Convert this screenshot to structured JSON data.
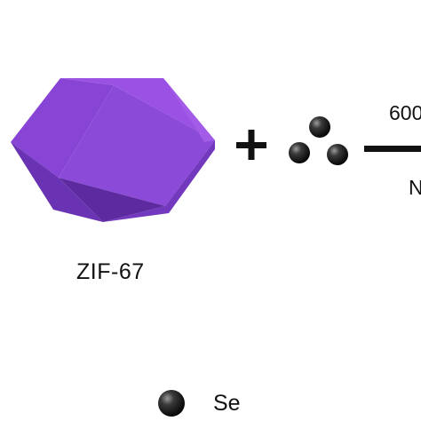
{
  "diagram": {
    "precursor_label": "ZIF-67",
    "plus_sign": "+",
    "reaction_temperature_text": "600",
    "reaction_atmosphere_text": "N",
    "legend_label": "Se"
  },
  "colors": {
    "crystal_top": "#9a4fe3",
    "crystal_front": "#8a46d6",
    "crystal_left": "#6f35b8",
    "crystal_right": "#7e3ec9",
    "crystal_bottom": "#5a2799",
    "selenium_sphere": "#2a2a2a",
    "arrow": "#111111"
  },
  "icons": {
    "precursor": "rhombic-dodecahedron-icon",
    "selenium_atom": "sphere-icon"
  }
}
